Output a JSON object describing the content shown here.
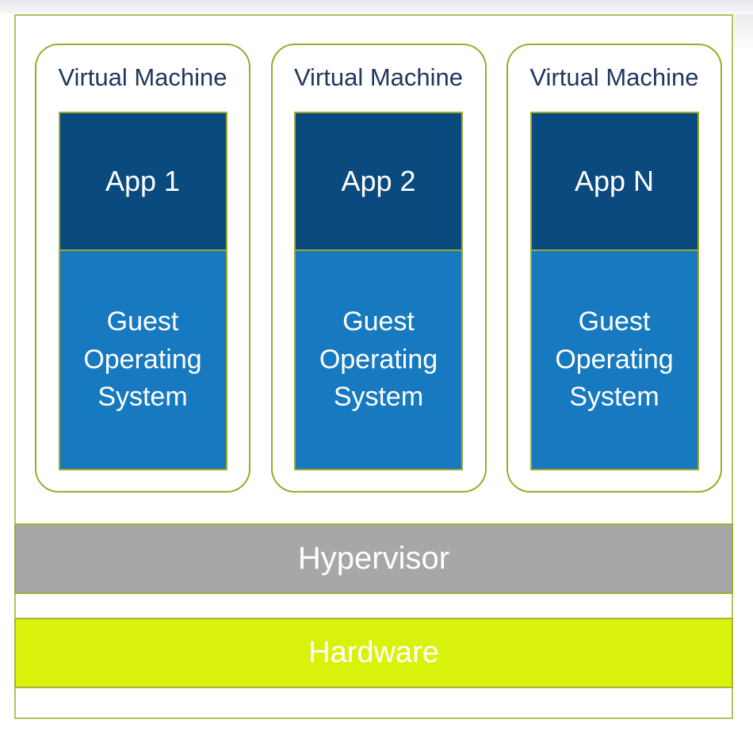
{
  "diagram": {
    "virtual_machines": [
      {
        "label": "Virtual Machine",
        "app": "App 1",
        "guest_os": "Guest Operating System"
      },
      {
        "label": "Virtual Machine",
        "app": "App 2",
        "guest_os": "Guest Operating System"
      },
      {
        "label": "Virtual Machine",
        "app": "App N",
        "guest_os": "Guest Operating System"
      }
    ],
    "layers": [
      {
        "label": "Hypervisor",
        "fill": "#a7a7a7"
      },
      {
        "label": "Hardware",
        "fill": "#d9f20b"
      }
    ],
    "colors": {
      "app_layer_fill": "#0b4a7f",
      "guest_os_fill": "#1779c0",
      "box_border_olive": "#9aab2d",
      "panel_border": "#b6c060",
      "vm_label_text": "#21375e",
      "layer_label_text": "#ffffff"
    }
  }
}
